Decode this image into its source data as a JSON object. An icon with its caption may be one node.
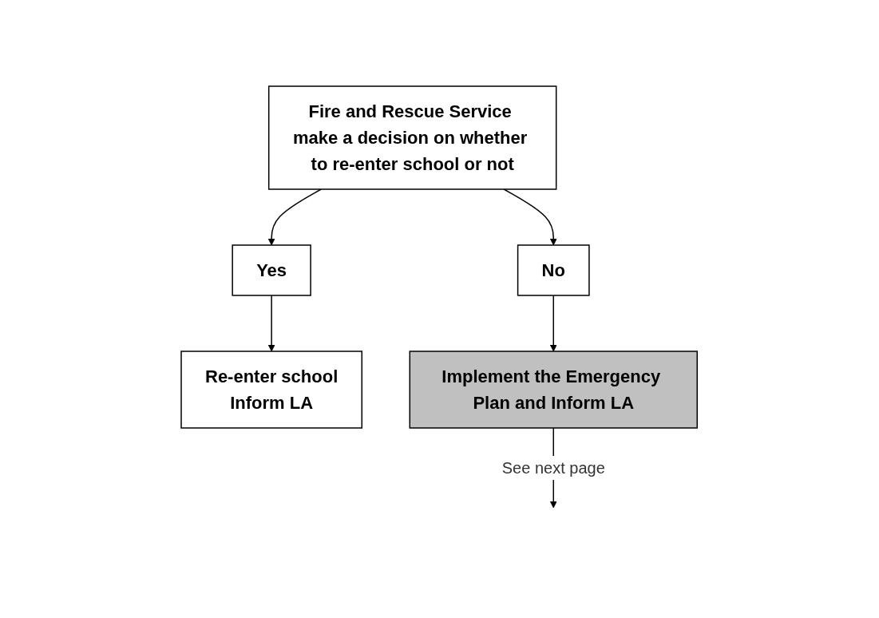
{
  "diagram": {
    "nodes": [
      {
        "text": [
          "Fire and Rescue Service make a decision on whether to re-enter school or not"
        ]
      },
      {
        "text": [
          "Yes"
        ]
      },
      {
        "text": [
          "No"
        ]
      },
      {
        "text": [
          "Re-enter school",
          "Inform LA"
        ]
      },
      {
        "text": [
          "Implement the Emergency Plan and Inform LA"
        ]
      }
    ],
    "edges": [
      {
        "from": 0,
        "to": 1,
        "arrow": "to"
      },
      {
        "from": 0,
        "to": 2,
        "arrow": "to"
      },
      {
        "from": 1,
        "to": 3,
        "arrow": "to"
      },
      {
        "from": 2,
        "to": 4,
        "arrow": "to"
      },
      {
        "from": 4,
        "to": null,
        "arrow": "to",
        "label": "See next page"
      }
    ]
  }
}
